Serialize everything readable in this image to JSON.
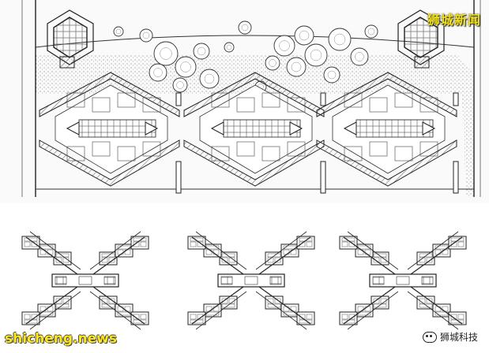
{
  "watermarks": {
    "top_right": "狮城新闻",
    "bottom_left": "shicheng.news",
    "bottom_right": "狮城科技",
    "bottom_right_icon": "wechat-icon"
  },
  "colors": {
    "line": "#2a2a2a",
    "paper": "#ffffff",
    "hatch": "#777777",
    "watermark_yellow": "#f2e11a"
  }
}
